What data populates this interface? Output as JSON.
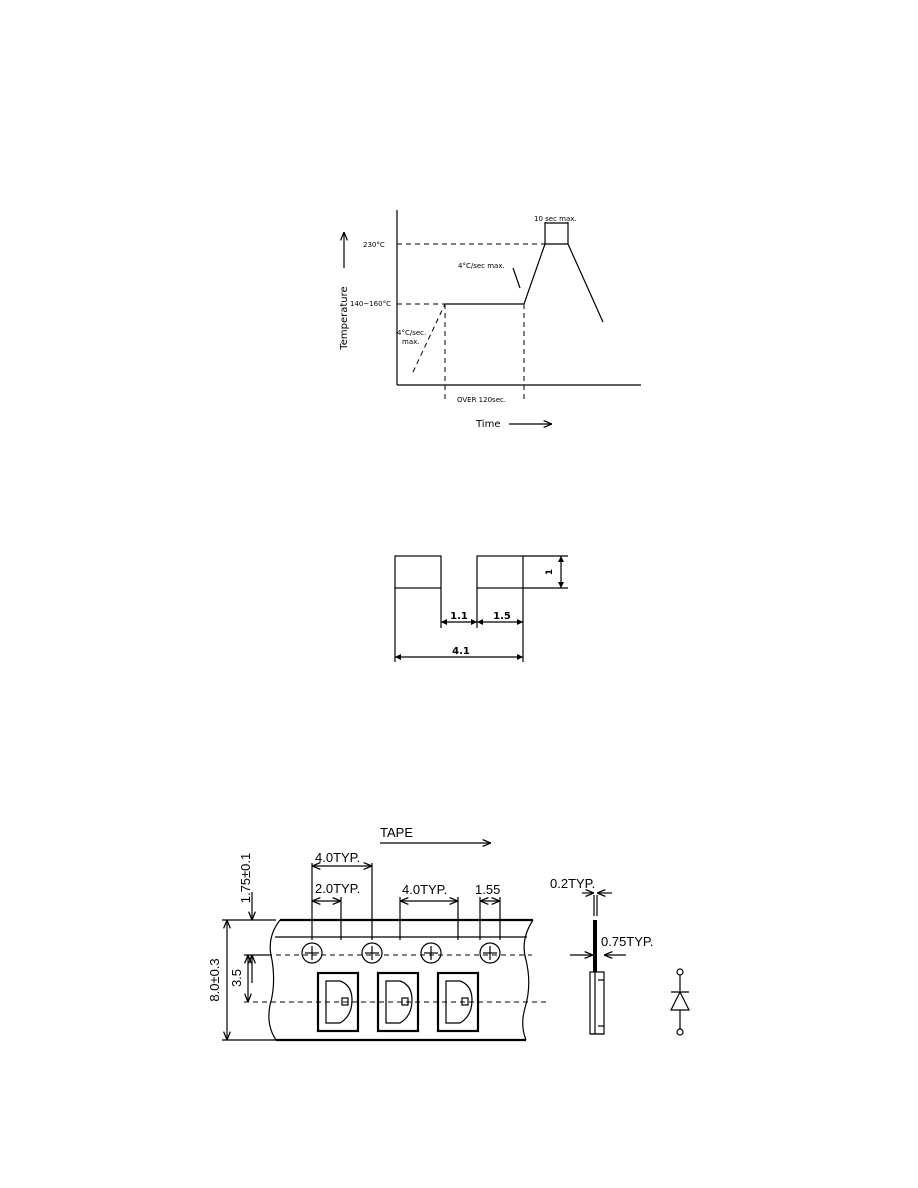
{
  "reflow": {
    "y_axis_label": "Temperature",
    "x_axis_label": "Time",
    "peak_temp": "230°C",
    "preheat_temp": "140~160°C",
    "ramp_up_rate": "4°C/sec max.",
    "preheat_rate_line1": "4°C/sec.",
    "preheat_rate_line2": "max.",
    "peak_duration": "10 sec max.",
    "preheat_duration": "OVER 120sec."
  },
  "pads": {
    "gap": "1.1",
    "pad_width": "1.5",
    "total_width": "4.1",
    "pad_height": "1"
  },
  "tape": {
    "direction_label": "TAPE",
    "pitch_top": "4.0TYP.",
    "hole_offset": "2.0TYP.",
    "pitch_middle": "4.0TYP.",
    "hole_diameter": "1.55",
    "edge_offset": "1.75±0.1",
    "tape_width": "8.0±0.3",
    "center_offset": "3.5",
    "thickness": "0.2TYP.",
    "cavity_depth": "0.75TYP."
  }
}
